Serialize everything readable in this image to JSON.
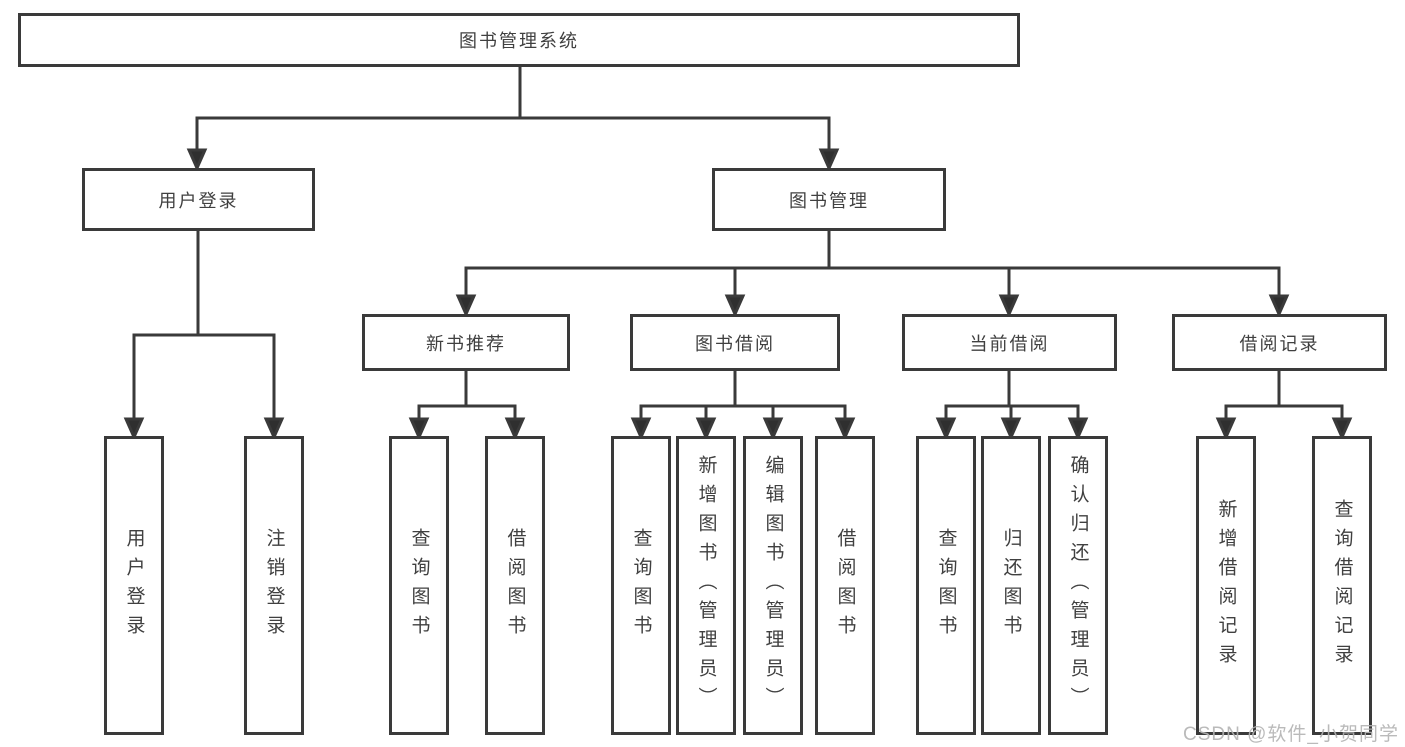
{
  "tree": {
    "label": "图书管理系统",
    "children": [
      {
        "label": "用户登录",
        "children": [
          {
            "label": "用户登录"
          },
          {
            "label": "注销登录"
          }
        ]
      },
      {
        "label": "图书管理",
        "children": [
          {
            "label": "新书推荐",
            "children": [
              {
                "label": "查询图书"
              },
              {
                "label": "借阅图书"
              }
            ]
          },
          {
            "label": "图书借阅",
            "children": [
              {
                "label": "查询图书"
              },
              {
                "label": "新增图书（管理员）"
              },
              {
                "label": "编辑图书（管理员）"
              },
              {
                "label": "借阅图书"
              }
            ]
          },
          {
            "label": "当前借阅",
            "children": [
              {
                "label": "查询图书"
              },
              {
                "label": "归还图书"
              },
              {
                "label": "确认归还（管理员）"
              }
            ]
          },
          {
            "label": "借阅记录",
            "children": [
              {
                "label": "新增借阅记录"
              },
              {
                "label": "查询借阅记录"
              }
            ]
          }
        ]
      }
    ]
  },
  "watermark": {
    "text": "CSDN @软件_小贺同学",
    "color": "#b3b3b3"
  },
  "colors": {
    "line": "#3a3a3a",
    "box_border": "#3a3a3a",
    "box_fill": "#ffffff",
    "text": "#404040",
    "background": "#ffffff"
  }
}
